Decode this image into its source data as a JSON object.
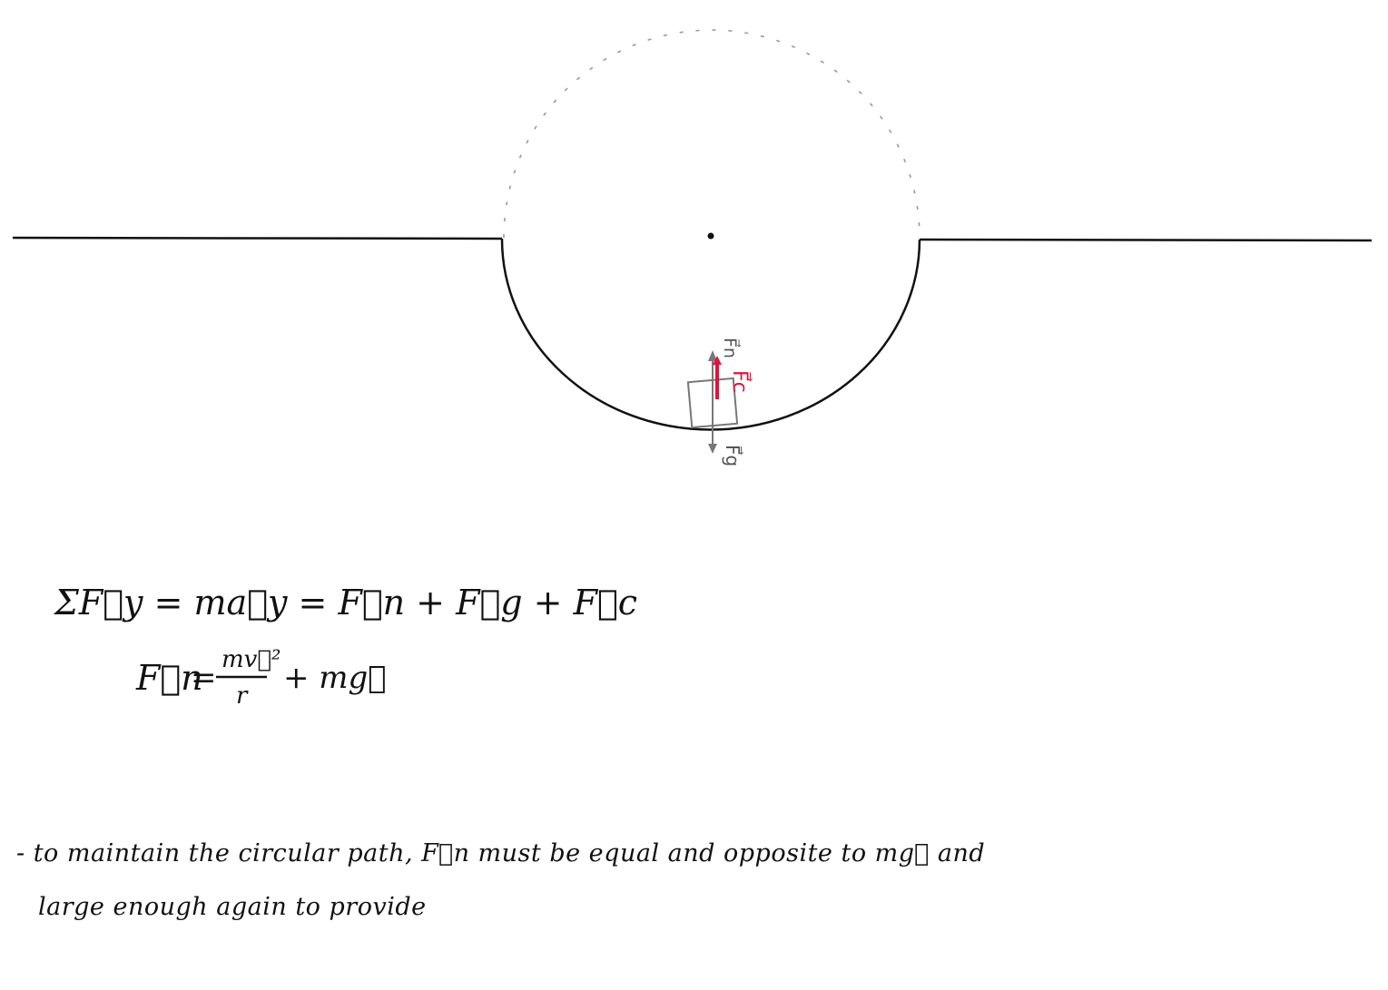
{
  "colors": {
    "ink": "#111111",
    "pencil": "#777777",
    "dashed": "#9a9a9a",
    "red_pen": "#e0143c",
    "paper": "#ffffff"
  },
  "diagram": {
    "labels": {
      "normal_force": "F⃗n",
      "centripetal_force": "F⃗c",
      "gravity_force": "F⃗g"
    },
    "icons": [
      "center-point-icon",
      "block-icon",
      "arrow-up-icon",
      "arrow-down-icon"
    ]
  },
  "equations": {
    "line1": "ΣF⃗y = ma⃗y = F⃗n + F⃗g + F⃗c",
    "line2_lhs": "F⃗n",
    "line2_eq": "=",
    "line2_num": "mv⃗²",
    "line2_den": "r",
    "line2_rest": "+ mg⃗"
  },
  "note": {
    "line1": "- to maintain the circular path, F⃗n must be equal and opposite to mg⃗ and",
    "line2": "large enough again to provide"
  }
}
